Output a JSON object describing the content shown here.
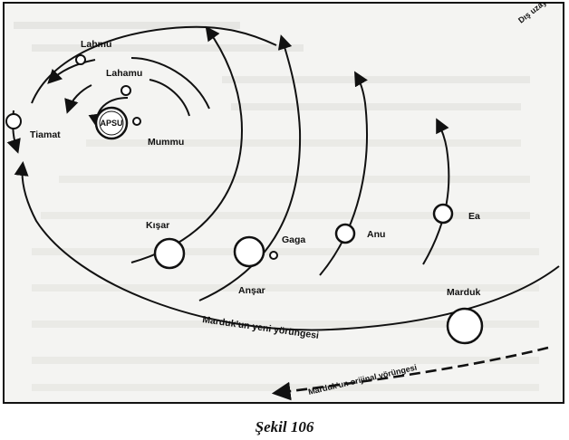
{
  "figure": {
    "caption": "Şekil 106",
    "labels": {
      "outer_space": "Dış uzay",
      "lahmu": "Lahmu",
      "lahamu": "Lahamu",
      "apsu": "APSU",
      "mummu": "Mummu",
      "tiamat": "Tiamat",
      "kisar": "Kışar",
      "gaga": "Gaga",
      "ansar": "Anşar",
      "anu": "Anu",
      "ea": "Ea",
      "marduk": "Marduk",
      "new_orbit": "Marduk'un yeni yörüngesi",
      "original_orbit": "Marduk'un orijinal yörüngesi"
    }
  }
}
